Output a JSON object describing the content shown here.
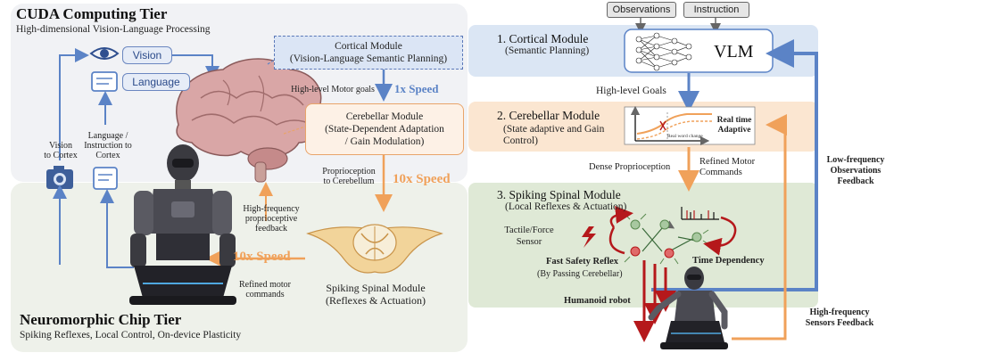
{
  "cuda_tier": {
    "title": "CUDA Computing Tier",
    "subtitle": "High-dimensional Vision-Language Processing",
    "vision_label": "Vision",
    "language_label": "Language",
    "vision_to_cortex": "Vision\nto Cortex",
    "language_to_cortex": "Language /\nInstruction to\nCortex",
    "cortical_module": "Cortical Module\n(Vision-Language Semantic Planning)",
    "high_level_motor_goals": "High-level Motor goals",
    "speed_1x": "1x Speed",
    "cerebellar_module": "Cerebellar Module\n(State-Dependent Adaptation\n/ Gain Modulation)",
    "proprioception": "Proprioception\nto Cerebellum",
    "speed_10x": "10x Speed"
  },
  "neuro_tier": {
    "title": "Neuromorphic Chip Tier",
    "subtitle": "Spiking Reflexes, Local Control, On-device Plasticity",
    "hf_proprio": "High-frequency\nproprioceptive\nfeedback",
    "speed_10x": "10x Speed",
    "refined_motor": "Refined motor\ncommands",
    "spinal_module": "Spiking Spinal Module\n(Reflexes & Actuation)"
  },
  "right": {
    "observations": "Observations",
    "instruction": "Instruction",
    "cortical_title": "1. Cortical Module",
    "cortical_sub": "(Semantic Planning)",
    "vlm": "VLM",
    "high_level_goals": "High-level Goals",
    "cerebellar_title": "2. Cerebellar Module",
    "cerebellar_sub": "(State adaptive and Gain\nControl)",
    "real_time_adaptive": "Real time\nAdaptive",
    "real_word_change": "Real word change",
    "dense_proprio": "Dense Proprioception",
    "refined_motor": "Refined Motor\nCommands",
    "spinal_title": "3. Spiking Spinal Module",
    "spinal_sub": "(Local Reflexes & Actuation)",
    "tactile": "Tactile/Force\nSensor",
    "fast_reflex": "Fast Safety Reflex",
    "bypass": "(By Passing Cerebellar)",
    "time_dependency": "Time Dependency",
    "humanoid": "Humanoid robot",
    "low_freq": "Low-frequency\nObservations\nFeedback",
    "high_freq": "High-frequency\nSensors Feedback"
  },
  "colors": {
    "blue": "#5b83c6",
    "orange": "#f0a15a",
    "red": "#b5181b",
    "green": "#d9e7cf"
  }
}
